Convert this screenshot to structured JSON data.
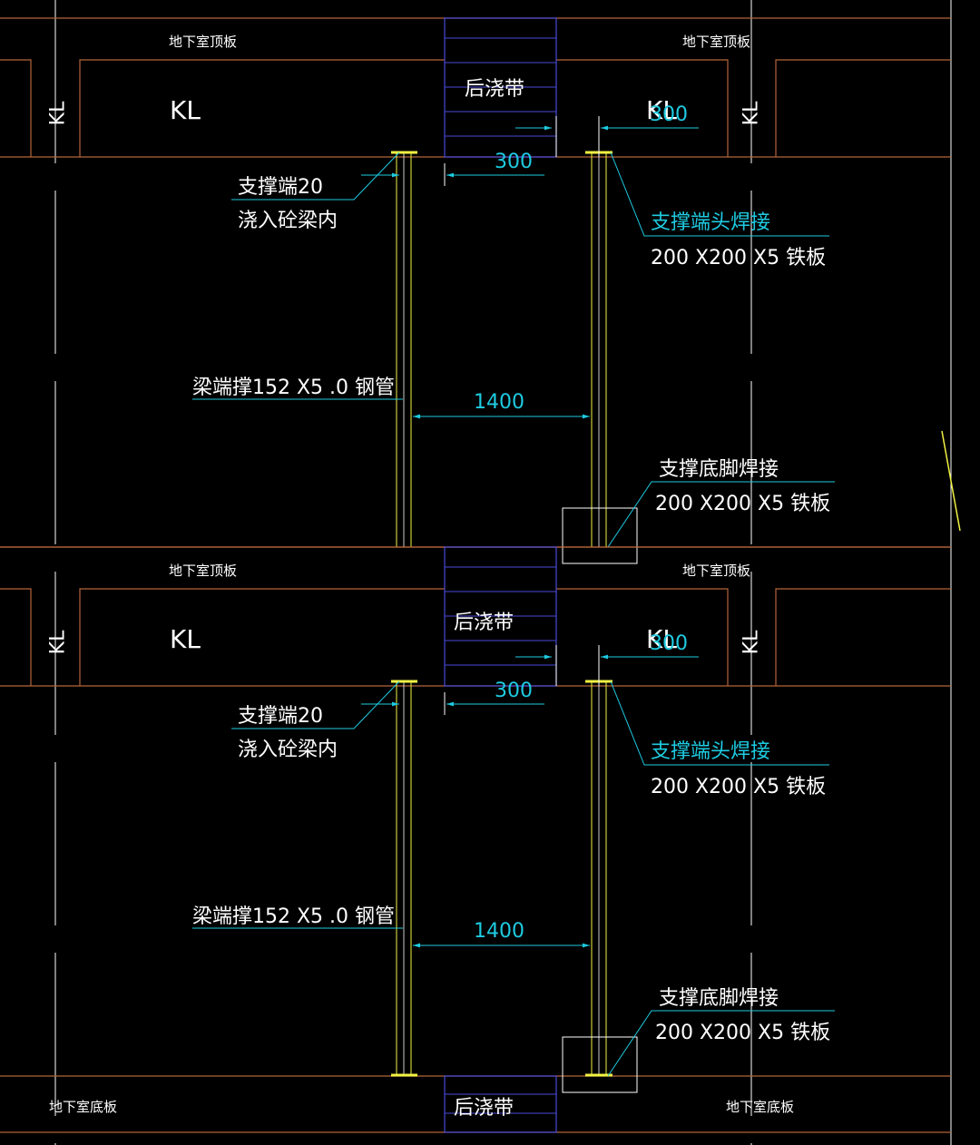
{
  "colors": {
    "background": "#000000",
    "slab_line": "#b5653a",
    "axis_line": "#ffffff",
    "steel_pipe": "#f2f243",
    "post_pour_band": "#4a4ad8",
    "dimension": "#1ecbe1",
    "leader_cyan": "#1ecbe1",
    "leader_white": "#ffffff"
  },
  "panels": [
    {
      "roof_slab_left": "地下室顶板",
      "roof_slab_right": "地下室顶板",
      "beam_left": "KL",
      "beam_right": "KL",
      "column_left": "KL",
      "column_right": "KL",
      "post_pour_band": "后浇带",
      "dim_top": "300",
      "dim_upper": "300",
      "dim_span": "1400",
      "support_end_line1": "支撑端20",
      "support_end_line2": "浇入砼梁内",
      "pipe_label": "梁端撑152 X5 .0 钢管",
      "weld_top_line1": "支撑端头焊接",
      "weld_top_line2": "200 X200 X5 铁板",
      "weld_bottom_line1": "支撑底脚焊接",
      "weld_bottom_line2": "200 X200 X5 铁板"
    },
    {
      "roof_slab_left": "地下室顶板",
      "roof_slab_right": "地下室顶板",
      "beam_left": "KL",
      "beam_right": "KL",
      "column_left": "KL",
      "column_right": "KL",
      "post_pour_band": "后浇带",
      "dim_top": "300",
      "dim_upper": "300",
      "dim_span": "1400",
      "support_end_line1": "支撑端20",
      "support_end_line2": "浇入砼梁内",
      "pipe_label": "梁端撑152 X5 .0 钢管",
      "weld_top_line1": "支撑端头焊接",
      "weld_top_line2": "200 X200 X5 铁板",
      "weld_bottom_line1": "支撑底脚焊接",
      "weld_bottom_line2": "200 X200 X5 铁板"
    }
  ],
  "bottom": {
    "floor_slab_left": "地下室底板",
    "floor_slab_right": "地下室底板",
    "post_pour_band": "后浇带"
  }
}
